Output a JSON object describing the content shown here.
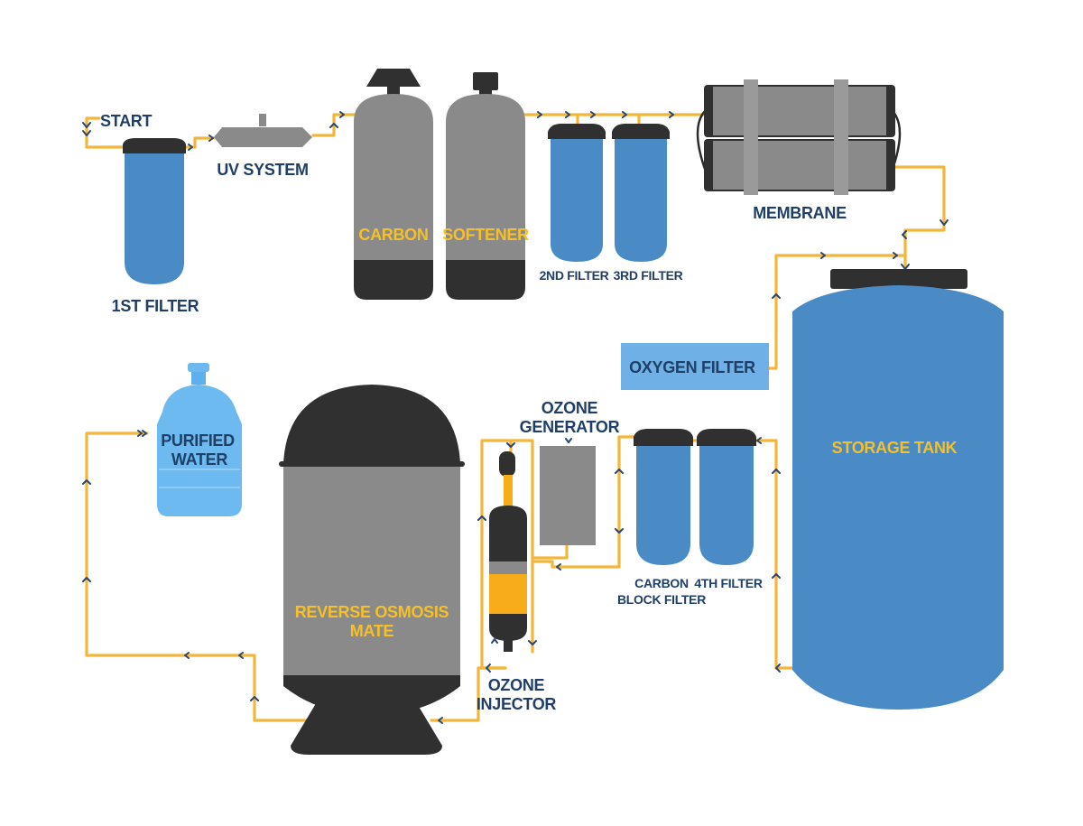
{
  "labels": {
    "start": "START",
    "uv_system": "UV SYSTEM",
    "first_filter": "1ST FILTER",
    "carbon": "CARBON",
    "softener": "SOFTENER",
    "second_filter": "2ND FILTER",
    "third_filter": "3RD FILTER",
    "membrane": "MEMBRANE",
    "oxygen_filter": "OXYGEN FILTER",
    "storage_tank": "STORAGE TANK",
    "purified_water_1": "PURIFIED",
    "purified_water_2": "WATER",
    "ozone_generator_1": "OZONE",
    "ozone_generator_2": "GENERATOR",
    "carbon_block_1": "CARBON",
    "carbon_block_2": "BLOCK FILTER",
    "fourth_filter": "4TH FILTER",
    "ro_mate_1": "REVERSE OSMOSIS",
    "ro_mate_2": "MATE",
    "ozone_injector_1": "OZONE",
    "ozone_injector_2": "INJECTOR"
  },
  "colors": {
    "label_navy": "#1f3f66",
    "label_gold": "#f5c02a",
    "pipe": "#f2b63a",
    "filter_blue": "#4a8bc6",
    "vessel_grey": "#8a8a8a",
    "cap_dark": "#303030",
    "ozone_orange": "#f7ac1a"
  },
  "icons": [
    "flow-arrow-icon",
    "water-jug-icon"
  ]
}
